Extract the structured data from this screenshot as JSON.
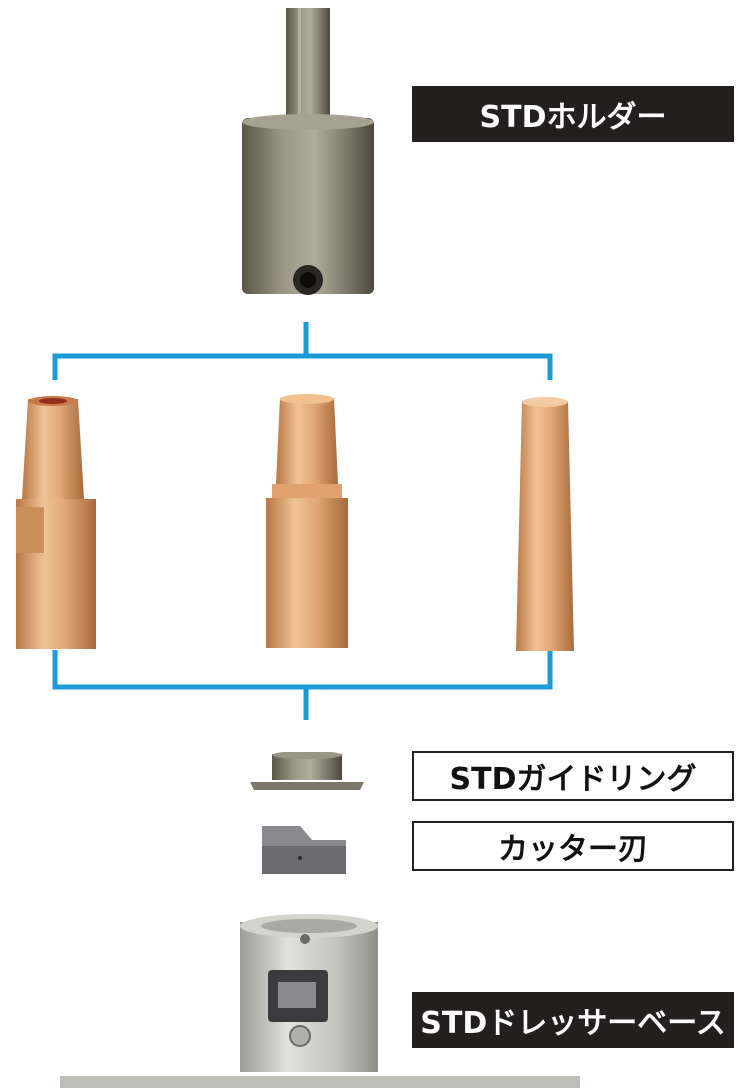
{
  "labels": {
    "holder": "STDホルダー",
    "guide_ring": "STDガイドリング",
    "cutter_blade": "カッター刃",
    "dresser_base": "STDドレッサーベース"
  },
  "colors": {
    "connector": "#1a9bd7",
    "label_dark_bg": "#231f1f",
    "copper": "#d89a62",
    "steel": "#8b8577",
    "aluminum": "#c9c9c4"
  },
  "parts": [
    {
      "name": "holder",
      "icon": "std-holder-icon"
    },
    {
      "name": "electrode-tip-left",
      "icon": "electrode-tip-icon"
    },
    {
      "name": "electrode-tip-center",
      "icon": "electrode-tip-icon"
    },
    {
      "name": "electrode-tip-right",
      "icon": "electrode-tip-icon"
    },
    {
      "name": "guide-ring",
      "icon": "guide-ring-icon"
    },
    {
      "name": "cutter-blade",
      "icon": "cutter-blade-icon"
    },
    {
      "name": "dresser-base",
      "icon": "dresser-base-icon"
    }
  ]
}
